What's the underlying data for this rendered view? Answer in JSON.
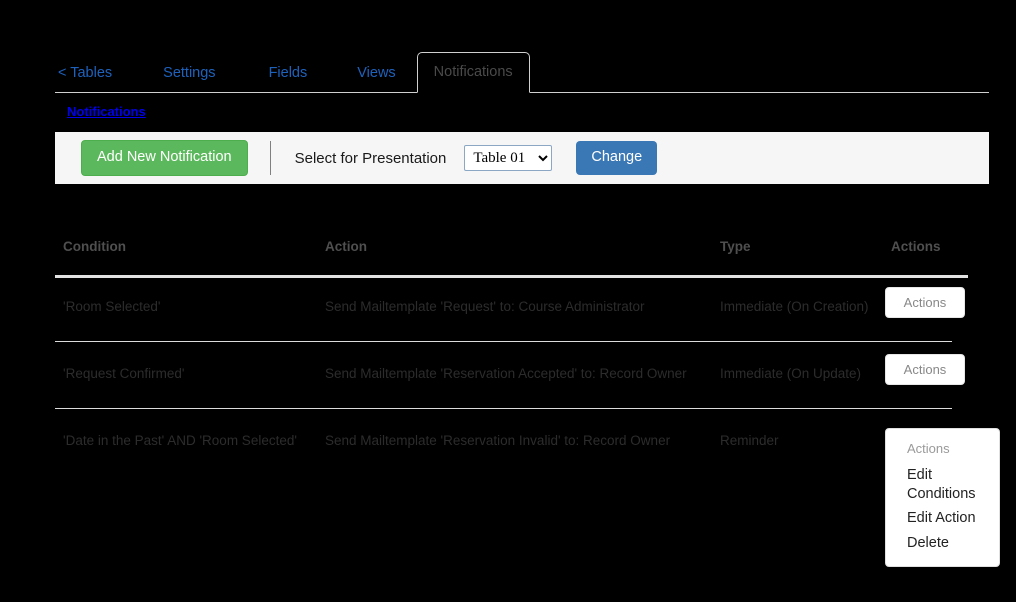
{
  "nav": {
    "tabs": [
      {
        "label": "< Tables",
        "name": "tab-tables",
        "active": false
      },
      {
        "label": "Settings",
        "name": "tab-settings",
        "active": false
      },
      {
        "label": "Fields",
        "name": "tab-fields",
        "active": false
      },
      {
        "label": "Views",
        "name": "tab-views",
        "active": false
      },
      {
        "label": "Notifications",
        "name": "tab-notifications",
        "active": true
      }
    ]
  },
  "breadcrumb": {
    "label": "Notifications"
  },
  "toolbar": {
    "add_label": "Add New Notification",
    "select_label": "Select for Presentation",
    "select_value": "Table 01",
    "select_options": [
      "Table 01"
    ],
    "change_label": "Change"
  },
  "table": {
    "columns": [
      "Condition",
      "Action",
      "Type",
      "Actions"
    ],
    "row_action_label": "Actions",
    "rows": [
      {
        "condition": "'Room Selected'",
        "action": "Send Mailtemplate 'Request' to: Course Administrator",
        "type": "Immediate (On Creation)"
      },
      {
        "condition": "'Request Confirmed'",
        "action": "Send Mailtemplate 'Reservation Accepted' to: Record Owner",
        "type": "Immediate (On Update)"
      },
      {
        "condition": "'Date in the Past' AND 'Room Selected'",
        "action": "Send Mailtemplate 'Reservation Invalid' to: Record Owner",
        "type": "Reminder"
      }
    ]
  },
  "dropdown": {
    "header": "Actions",
    "items": [
      "Edit Conditions",
      "Edit Action",
      "Delete"
    ]
  },
  "colors": {
    "page_background": "#000000",
    "panel_background": "#f6f6f6",
    "link": "#1d62bd",
    "breadcrumb_link": "#0000ee",
    "add_button": "#5cb85c",
    "change_button": "#3a78b5",
    "rule": "#e2e2e2"
  }
}
